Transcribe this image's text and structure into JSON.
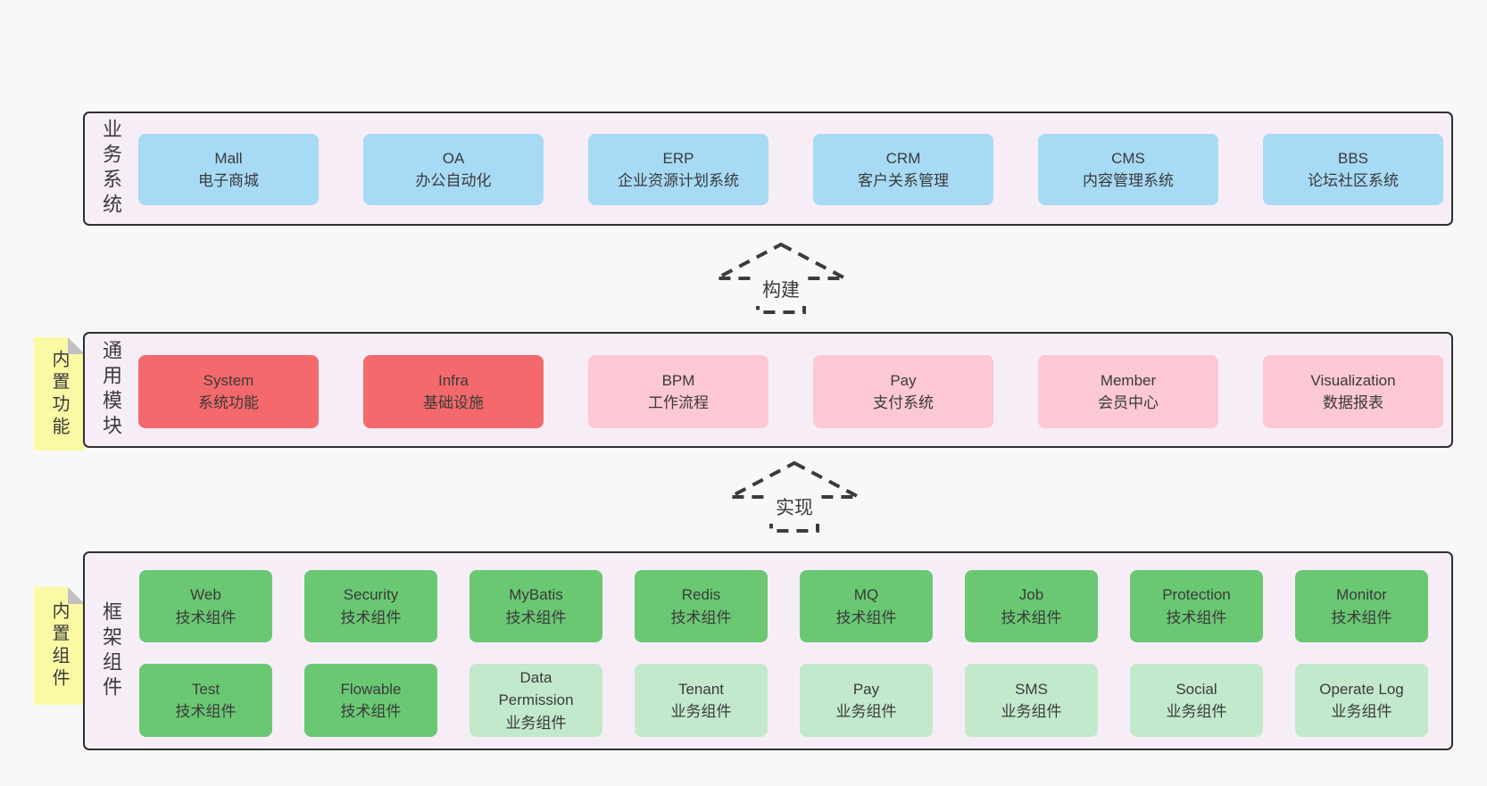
{
  "layers": {
    "business": {
      "side_label": "业务系统",
      "boxes": [
        {
          "label": "Mall\n电子商城"
        },
        {
          "label": "OA\n办公自动化"
        },
        {
          "label": "ERP\n企业资源计划系统"
        },
        {
          "label": "CRM\n客户关系管理"
        },
        {
          "label": "CMS\n内容管理系统"
        },
        {
          "label": "BBS\n论坛社区系统"
        }
      ]
    },
    "modules": {
      "side_label": "通用模块",
      "sticky_label": "内置功能",
      "boxes": [
        {
          "label": "System\n系统功能"
        },
        {
          "label": "Infra\n基础设施"
        },
        {
          "label": "BPM\n工作流程"
        },
        {
          "label": "Pay\n支付系统"
        },
        {
          "label": "Member\n会员中心"
        },
        {
          "label": "Visualization\n数据报表"
        }
      ]
    },
    "framework": {
      "side_label": "框架组件",
      "sticky_label": "内置组件",
      "row1": [
        {
          "label": "Web\n技术组件"
        },
        {
          "label": "Security\n技术组件"
        },
        {
          "label": "MyBatis\n技术组件"
        },
        {
          "label": "Redis\n技术组件"
        },
        {
          "label": "MQ\n技术组件"
        },
        {
          "label": "Job\n技术组件"
        },
        {
          "label": "Protection\n技术组件"
        },
        {
          "label": "Monitor\n技术组件"
        }
      ],
      "row2": [
        {
          "label": "Test\n技术组件"
        },
        {
          "label": "Flowable\n技术组件"
        },
        {
          "label": "Data\nPermission\n业务组件"
        },
        {
          "label": "Tenant\n业务组件"
        },
        {
          "label": "Pay\n业务组件"
        },
        {
          "label": "SMS\n业务组件"
        },
        {
          "label": "Social\n业务组件"
        },
        {
          "label": "Operate Log\n业务组件"
        }
      ]
    }
  },
  "arrows": {
    "build": "构建",
    "implement": "实现"
  },
  "colors": {
    "page_bg": "#f8f8f8",
    "band_fill": "#f7edf6",
    "band_border": "#2f2f2f",
    "blue_box": "#a7daf5",
    "red_box": "#f4696b",
    "pink_box": "#fbc8d3",
    "green_box": "#6ac873",
    "light_green_box": "#c3e9cd",
    "sticky_yellow": "#fafaa5",
    "sticky_fold": "#c1c1c1",
    "text": "#3a3a3a"
  }
}
